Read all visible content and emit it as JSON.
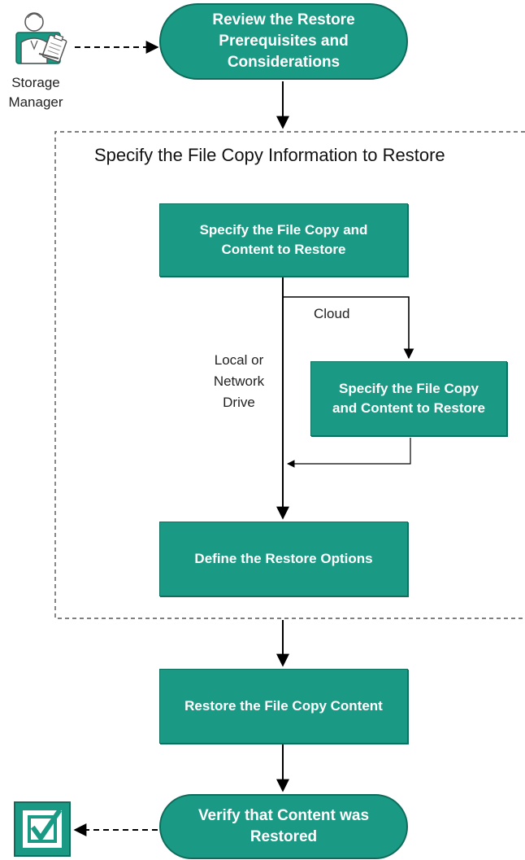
{
  "actor": {
    "label_line1": "Storage",
    "label_line2": "Manager"
  },
  "steps": {
    "review": [
      "Review the Restore",
      "Prerequisites and",
      "Considerations"
    ],
    "specify_local": [
      "Specify the File Copy and",
      "Content to Restore"
    ],
    "specify_cloud": [
      "Specify the File Copy",
      "and Content to Restore"
    ],
    "define": "Define the Restore Options",
    "restore": "Restore the File Copy Content",
    "verify": [
      "Verify that Content was",
      "Restored"
    ]
  },
  "group": {
    "title": "Specify the File Copy Information to Restore"
  },
  "branch_labels": {
    "cloud": "Cloud",
    "local": [
      "Local or",
      "Network",
      "Drive"
    ]
  },
  "colors": {
    "step_fill": "#1a9a84",
    "step_text": "#ffffff",
    "connector": "#000000",
    "group_border": "#555555"
  },
  "icons": {
    "actor": "storage-manager-person-icon",
    "end": "checkbox-checkmark-icon"
  }
}
